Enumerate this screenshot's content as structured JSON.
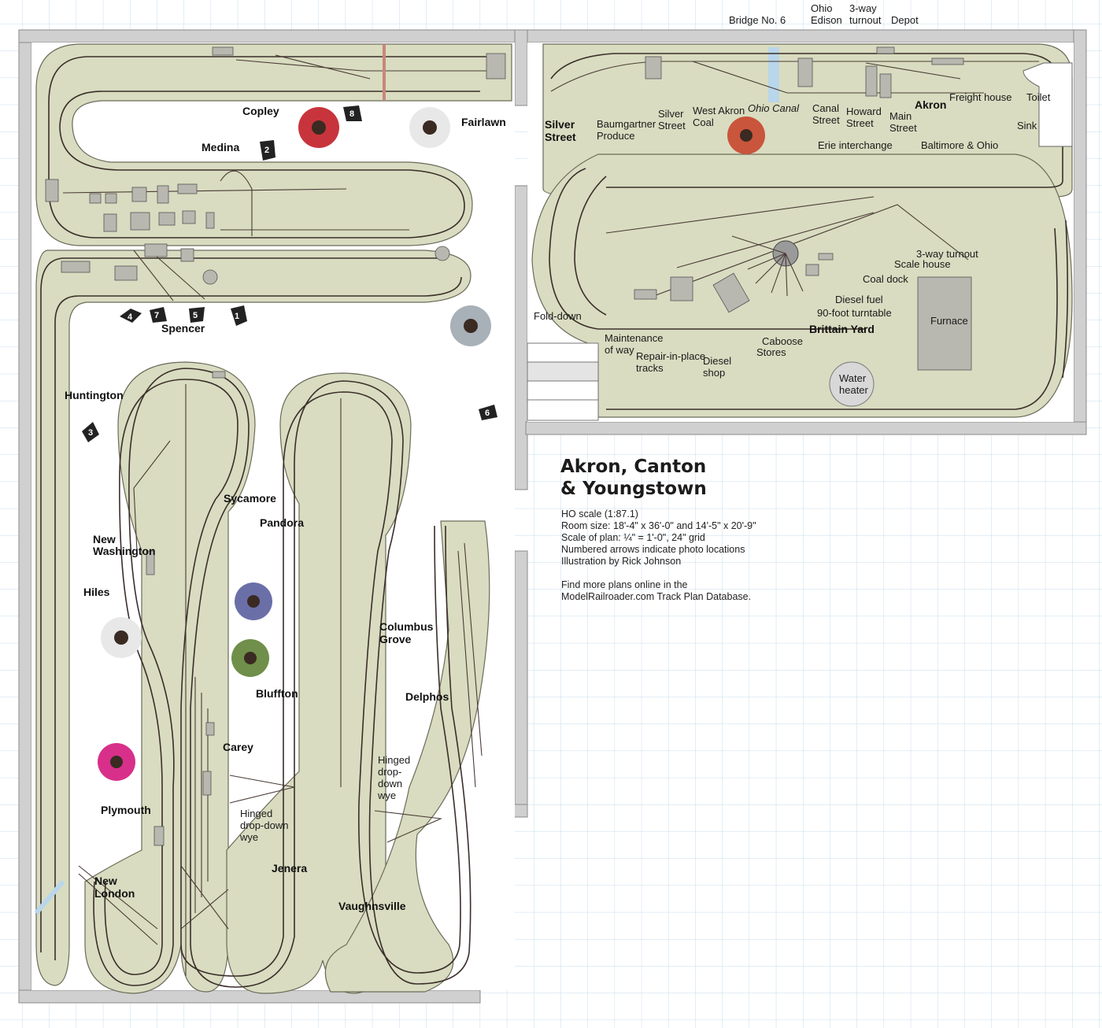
{
  "title": {
    "line1": "Akron, Canton",
    "line2": "& Youngstown"
  },
  "info": [
    "HO scale (1:87.1)",
    "Room size: 18'-4\" x 36'-0\" and 14'-5\" x 20'-9\"",
    "Scale of plan: ¼\" = 1'-0\", 24\" grid",
    "Numbered arrows indicate photo locations",
    "Illustration by Rick Johnson",
    "",
    "Find more plans online in the",
    "ModelRailroader.com Track Plan Database."
  ],
  "towns": {
    "copley": "Copley",
    "medina": "Medina",
    "fairlawn": "Fairlawn",
    "silver_street": [
      "Silver",
      "Street"
    ],
    "spencer": "Spencer",
    "huntington": "Huntington",
    "sycamore": "Sycamore",
    "pandora": "Pandora",
    "new_washington": [
      "New",
      "Washington"
    ],
    "hiles": "Hiles",
    "columbus_grove": [
      "Columbus",
      "Grove"
    ],
    "bluffton": "Bluffton",
    "delphos": "Delphos",
    "carey": "Carey",
    "plymouth": "Plymouth",
    "new_london": [
      "New",
      "London"
    ],
    "jenera": "Jenera",
    "vaughnsville": "Vaughnsville",
    "akron": "Akron",
    "brittain_yard": "Brittain Yard"
  },
  "features": {
    "bridge_no6": "Bridge No. 6",
    "ohio_edison": [
      "Ohio",
      "Edison"
    ],
    "three_way_turnout_top": [
      "3-way",
      "turnout"
    ],
    "depot": "Depot",
    "freight_house": "Freight house",
    "toilet": "Toilet",
    "sink": "Sink",
    "baumgartner": [
      "Baumgartner",
      "Produce"
    ],
    "silver_street_small": [
      "Silver",
      "Street"
    ],
    "west_akron_coal": [
      "West Akron",
      "Coal"
    ],
    "ohio_canal": "Ohio Canal",
    "canal_street": [
      "Canal",
      "Street"
    ],
    "howard_street": [
      "Howard",
      "Street"
    ],
    "main_street": [
      "Main",
      "Street"
    ],
    "erie_interchange": "Erie interchange",
    "baltimore_ohio": "Baltimore & Ohio",
    "three_way_turnout_yard": "3-way turnout",
    "scale_house": "Scale house",
    "coal_dock": "Coal dock",
    "diesel_fuel": "Diesel fuel",
    "turntable": "90-foot turntable",
    "fold_down": "Fold-down",
    "maintenance": [
      "Maintenance",
      "of way"
    ],
    "repair_tracks": [
      "Repair-in-place",
      "tracks"
    ],
    "diesel_shop": [
      "Diesel",
      "shop"
    ],
    "caboose": "Caboose",
    "stores": "Stores",
    "furnace": "Furnace",
    "water_heater": [
      "Water",
      "heater"
    ],
    "hinged_wye_1": [
      "Hinged",
      "drop-down",
      "wye"
    ],
    "hinged_wye_2": [
      "Hinged",
      "drop-",
      "down",
      "wye"
    ]
  },
  "photo_arrows": [
    "1",
    "2",
    "3",
    "4",
    "5",
    "6",
    "7",
    "8"
  ],
  "colors": {
    "benchwork": "#d9dcc0",
    "track": "#3a2e2a",
    "grid": "#c5dcec",
    "wall": "#d0d0d0"
  }
}
